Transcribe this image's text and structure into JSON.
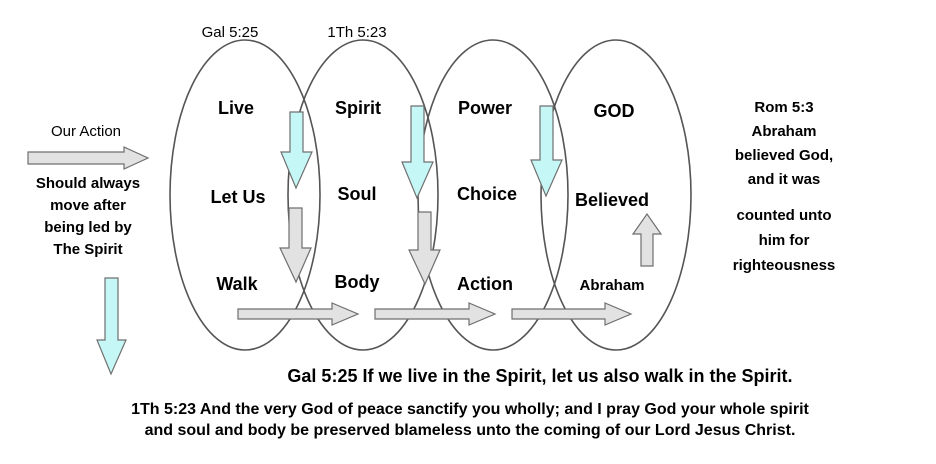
{
  "colors": {
    "ellipse_stroke": "#555555",
    "spirit_arrow": "#c6f7f7",
    "flesh_arrow": "#e2e2e2",
    "arrow_stroke": "#6f6f6f"
  },
  "refs": {
    "gal": "Gal 5:25",
    "thess": "1Th 5:23"
  },
  "left_note": {
    "title": "Our Action",
    "lines": [
      "Should always",
      "move after",
      "being led by",
      "The Spirit"
    ]
  },
  "columns": [
    {
      "top": "Live",
      "middle": "Let Us",
      "bottom": "Walk"
    },
    {
      "top": "Spirit",
      "middle": "Soul",
      "bottom": "Body"
    },
    {
      "top": "Power",
      "middle": "Choice",
      "bottom": "Action"
    },
    {
      "top": "GOD",
      "middle": "Believed",
      "bottom": "Abraham"
    }
  ],
  "right_note": {
    "lines": [
      "Rom 5:3",
      "Abraham",
      "believed God,",
      "and it was",
      "counted unto",
      "him for",
      "righteousness"
    ]
  },
  "verses": {
    "gal": "Gal 5:25 If we live in the Spirit, let us also walk in the Spirit.",
    "thess_line1": "1Th 5:23 And the very God of peace sanctify you wholly; and I pray God your whole spirit",
    "thess_line2": "and soul and body be preserved blameless unto the coming of our Lord Jesus Christ."
  }
}
